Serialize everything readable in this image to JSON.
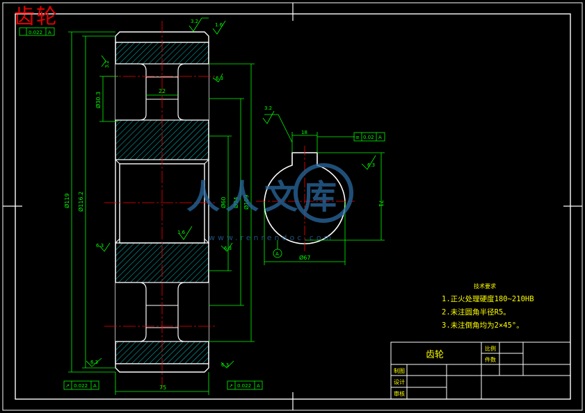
{
  "drawing_title": "齿轮",
  "colors": {
    "background": "#000000",
    "outline": "#ffffff",
    "dimension": "#00ff00",
    "centerline": "#ff0000",
    "hatch": "#00ffff",
    "text_yellow": "#ffff00",
    "watermark": "#2a6aa0"
  },
  "dimensions": {
    "d119": "Ø119",
    "d116_2": "Ø116.2",
    "d30_3": "Ø30.3",
    "d60": "Ø60",
    "d94": "Ø94",
    "d109": "Ø109",
    "d67": "Ø67",
    "w22": "22",
    "w75": "75",
    "w18": "18",
    "h71": "71"
  },
  "surface_finish": {
    "top": "3.2",
    "top_right": "1.6",
    "left_upper": "3.2",
    "right_upper": "6.3",
    "bore": "1.6",
    "left_lower": "6.3",
    "right_lower": "6.3",
    "bottom_left": "6.3",
    "bottom_right": "6.3",
    "keyway": "3.2",
    "key_side": "6.3"
  },
  "tolerances": {
    "top_frame": {
      "symbol": "↗",
      "value": "0.022",
      "datum": "A"
    },
    "bottom_left": {
      "symbol": "↗",
      "value": "0.022",
      "datum": "A"
    },
    "bottom_right": {
      "symbol": "↗",
      "value": "0.022",
      "datum": "A"
    },
    "keyway": {
      "symbol": "≡",
      "value": "0.02",
      "datum": "A"
    }
  },
  "datum_label": "A",
  "notes": {
    "heading": "技术要求",
    "items": [
      "1.正火处理硬度180~210HB",
      "2.未注圆角半径R5。",
      "3.未注倒角均为2×45°。"
    ]
  },
  "title_block": {
    "part_name": "齿轮",
    "ratio_label": "比例",
    "count_label": "件数",
    "drawn_label": "制图",
    "design_label": "设计",
    "review_label": "审核"
  },
  "watermark": {
    "text": "人人文库",
    "url": "www.renrendoc.com"
  }
}
